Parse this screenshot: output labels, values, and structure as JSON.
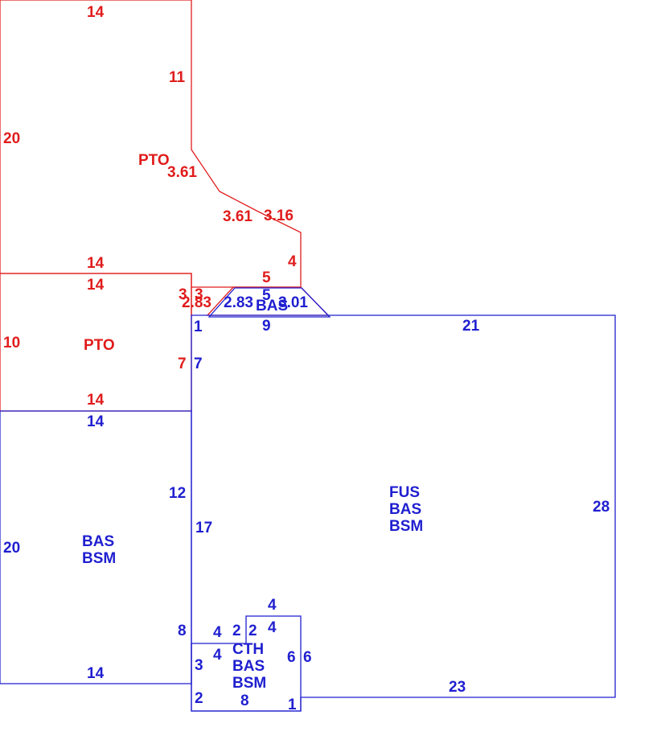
{
  "colors": {
    "main_area": "#1f1fd0",
    "porch_area": "#e01c1c"
  },
  "areas": {
    "pto_top_label": "PTO",
    "pto_mid_label": "PTO",
    "bas_small_label": "BAS",
    "left_label_1": "BAS",
    "left_label_2": "BSM",
    "main_label_1": "FUS",
    "main_label_2": "BAS",
    "main_label_3": "BSM",
    "cth_label_1": "CTH",
    "cth_label_2": "BAS",
    "cth_label_3": "BSM"
  },
  "dimensions": {
    "top_pto_top": "14",
    "top_pto_right": "11",
    "top_pto_left": "20",
    "top_pto_diag1": "3.61",
    "top_pto_diag2": "3.61",
    "top_pto_diag3": "3.16",
    "top_pto_small_right": "4",
    "top_pto_bottom": "14",
    "step_top_red": "5",
    "step_left_red": "3",
    "step_left_red2": "3",
    "step_diag_red": "2.83",
    "mid_pto_top": "14",
    "mid_pto_left": "10",
    "mid_pto_right": "7",
    "mid_pto_bottom": "14",
    "step_top_blue": "5",
    "step_diag_blue": "2.83",
    "step_side_blue": "3.01",
    "step_bottom_blue": "9",
    "step_left_blue": "1",
    "main_top": "21",
    "main_left_top": "7",
    "main_left": "17",
    "main_right": "28",
    "main_bottom": "23",
    "left_top": "14",
    "left_right": "12",
    "left_left": "20",
    "left_bottom": "14",
    "left_right_low": "8",
    "cth_top": "4",
    "cth_inner_top": "4",
    "cth_left_a": "4",
    "cth_left_b": "4",
    "cth_notch_a": "2",
    "cth_notch_b": "2",
    "cth_left_side": "3",
    "cth_left_low": "2",
    "cth_inner_right": "6",
    "cth_outer_right": "6",
    "cth_bottom": "8",
    "cth_bottom_right": "1"
  }
}
